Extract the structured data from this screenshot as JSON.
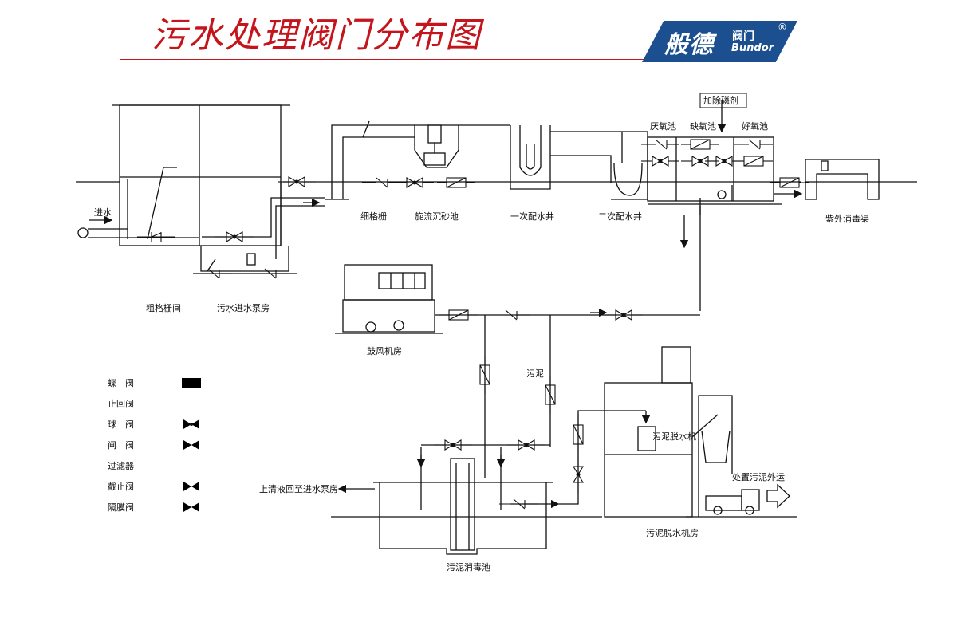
{
  "header": {
    "title": "污水处理阀门分布图",
    "brand_accent": "#c4151c"
  },
  "logo": {
    "name_cn": "般德",
    "name_cn_small": "阀门",
    "name_en": "Bundor",
    "registered_mark": "®",
    "color": "#1b4f8f"
  },
  "labels": {
    "inlet": "进水",
    "coarse_screen_room": "粗格栅间",
    "pump_room": "污水进水泵房",
    "fine_screen": "细格栅",
    "vortex_grit": "旋流沉砂池",
    "primary_well": "一次配水井",
    "secondary_well": "二次配水井",
    "anaerobic": "厌氧池",
    "anoxic": "缺氧池",
    "aerobic": "好氧池",
    "phosphorus": "加除磷剂",
    "uv_channel": "紫外消毒渠",
    "blower_room": "鼓风机房",
    "sludge": "污泥",
    "supernatant": "上清液回至进水泵房",
    "sludge_tank": "污泥消毒池",
    "dewatering_machine": "污泥脱水机",
    "dewatering_room": "污泥脱水机房",
    "transport": "处置污泥外运"
  },
  "legend": [
    {
      "name": "蝶　阀",
      "symbol": "butterfly"
    },
    {
      "name": "止回阀",
      "symbol": "check"
    },
    {
      "name": "球　阀",
      "symbol": "ball"
    },
    {
      "name": "闸　阀",
      "symbol": "gate"
    },
    {
      "name": "过滤器",
      "symbol": "filter"
    },
    {
      "name": "截止阀",
      "symbol": "globe"
    },
    {
      "name": "隔膜阀",
      "symbol": "diaphragm"
    }
  ]
}
